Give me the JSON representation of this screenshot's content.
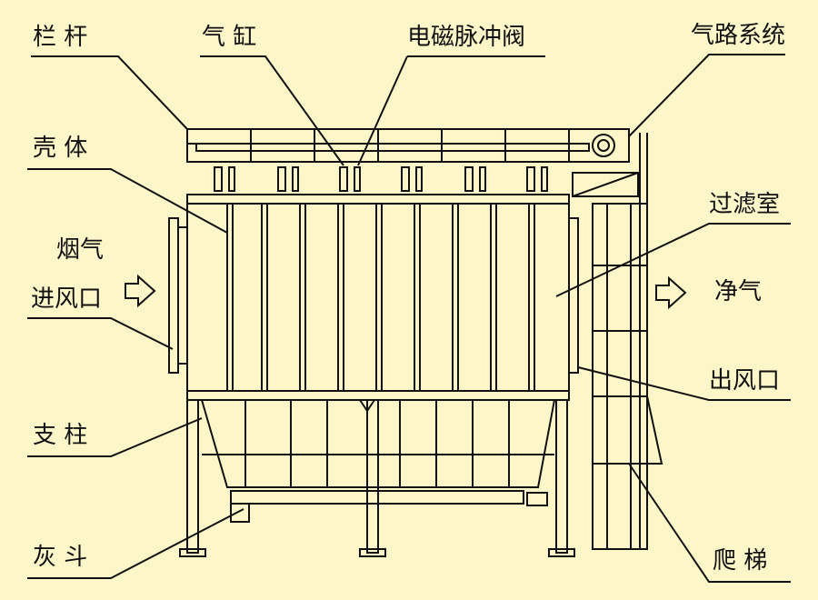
{
  "labels": {
    "railing": "栏 杆",
    "cylinder": "气 缸",
    "solenoid_valve": "电磁脉冲阀",
    "air_system": "气路系统",
    "shell": "壳 体",
    "flue_gas": "烟气",
    "inlet": "进风口",
    "filter_chamber": "过滤室",
    "clean_gas": "净气",
    "outlet": "出风口",
    "column": "支 柱",
    "hopper": "灰 斗",
    "ladder": "爬 梯"
  },
  "colors": {
    "background": "#fdf6c9",
    "line": "#111111"
  },
  "icons": {
    "inlet_arrow": "right-arrow-icon",
    "outlet_arrow": "right-arrow-icon"
  }
}
